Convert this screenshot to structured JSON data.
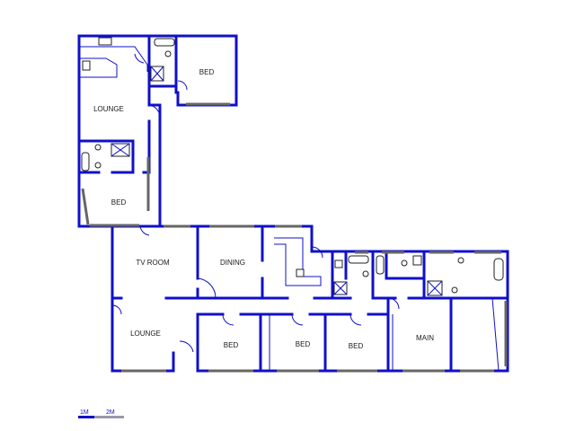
{
  "rooms": {
    "bed_top": "BED",
    "lounge_top": "LOUNGE",
    "bed_left": "BED",
    "tv_room": "TV ROOM",
    "dining": "DINING",
    "lounge_bottom": "LOUNGE",
    "bed_1": "BED",
    "bed_2": "BED",
    "bed_3": "BED",
    "main": "MAIN"
  },
  "scale": {
    "label_1": "1M",
    "label_2": "2M"
  },
  "colors": {
    "wall": "#1010c8",
    "window": "#666666"
  }
}
